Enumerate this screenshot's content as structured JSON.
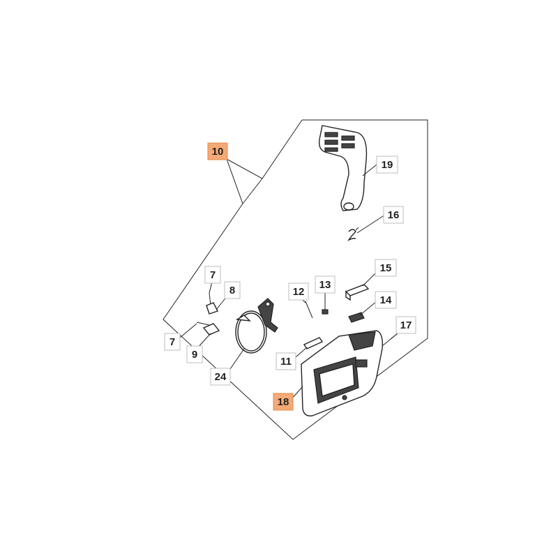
{
  "diagram": {
    "callouts": [
      {
        "id": "c10",
        "label": "10",
        "highlight": true
      },
      {
        "id": "c19",
        "label": "19",
        "highlight": false
      },
      {
        "id": "c16",
        "label": "16",
        "highlight": false
      },
      {
        "id": "c15",
        "label": "15",
        "highlight": false
      },
      {
        "id": "c14",
        "label": "14",
        "highlight": false
      },
      {
        "id": "c13",
        "label": "13",
        "highlight": false
      },
      {
        "id": "c12",
        "label": "12",
        "highlight": false
      },
      {
        "id": "c17",
        "label": "17",
        "highlight": false
      },
      {
        "id": "c11",
        "label": "11",
        "highlight": false
      },
      {
        "id": "c18",
        "label": "18",
        "highlight": true
      },
      {
        "id": "c7a",
        "label": "7",
        "highlight": false
      },
      {
        "id": "c8",
        "label": "8",
        "highlight": false
      },
      {
        "id": "c7b",
        "label": "7",
        "highlight": false
      },
      {
        "id": "c9",
        "label": "9",
        "highlight": false
      },
      {
        "id": "c24",
        "label": "24",
        "highlight": false
      }
    ],
    "colors": {
      "highlight": "#f4a976",
      "line": "#222222"
    }
  }
}
